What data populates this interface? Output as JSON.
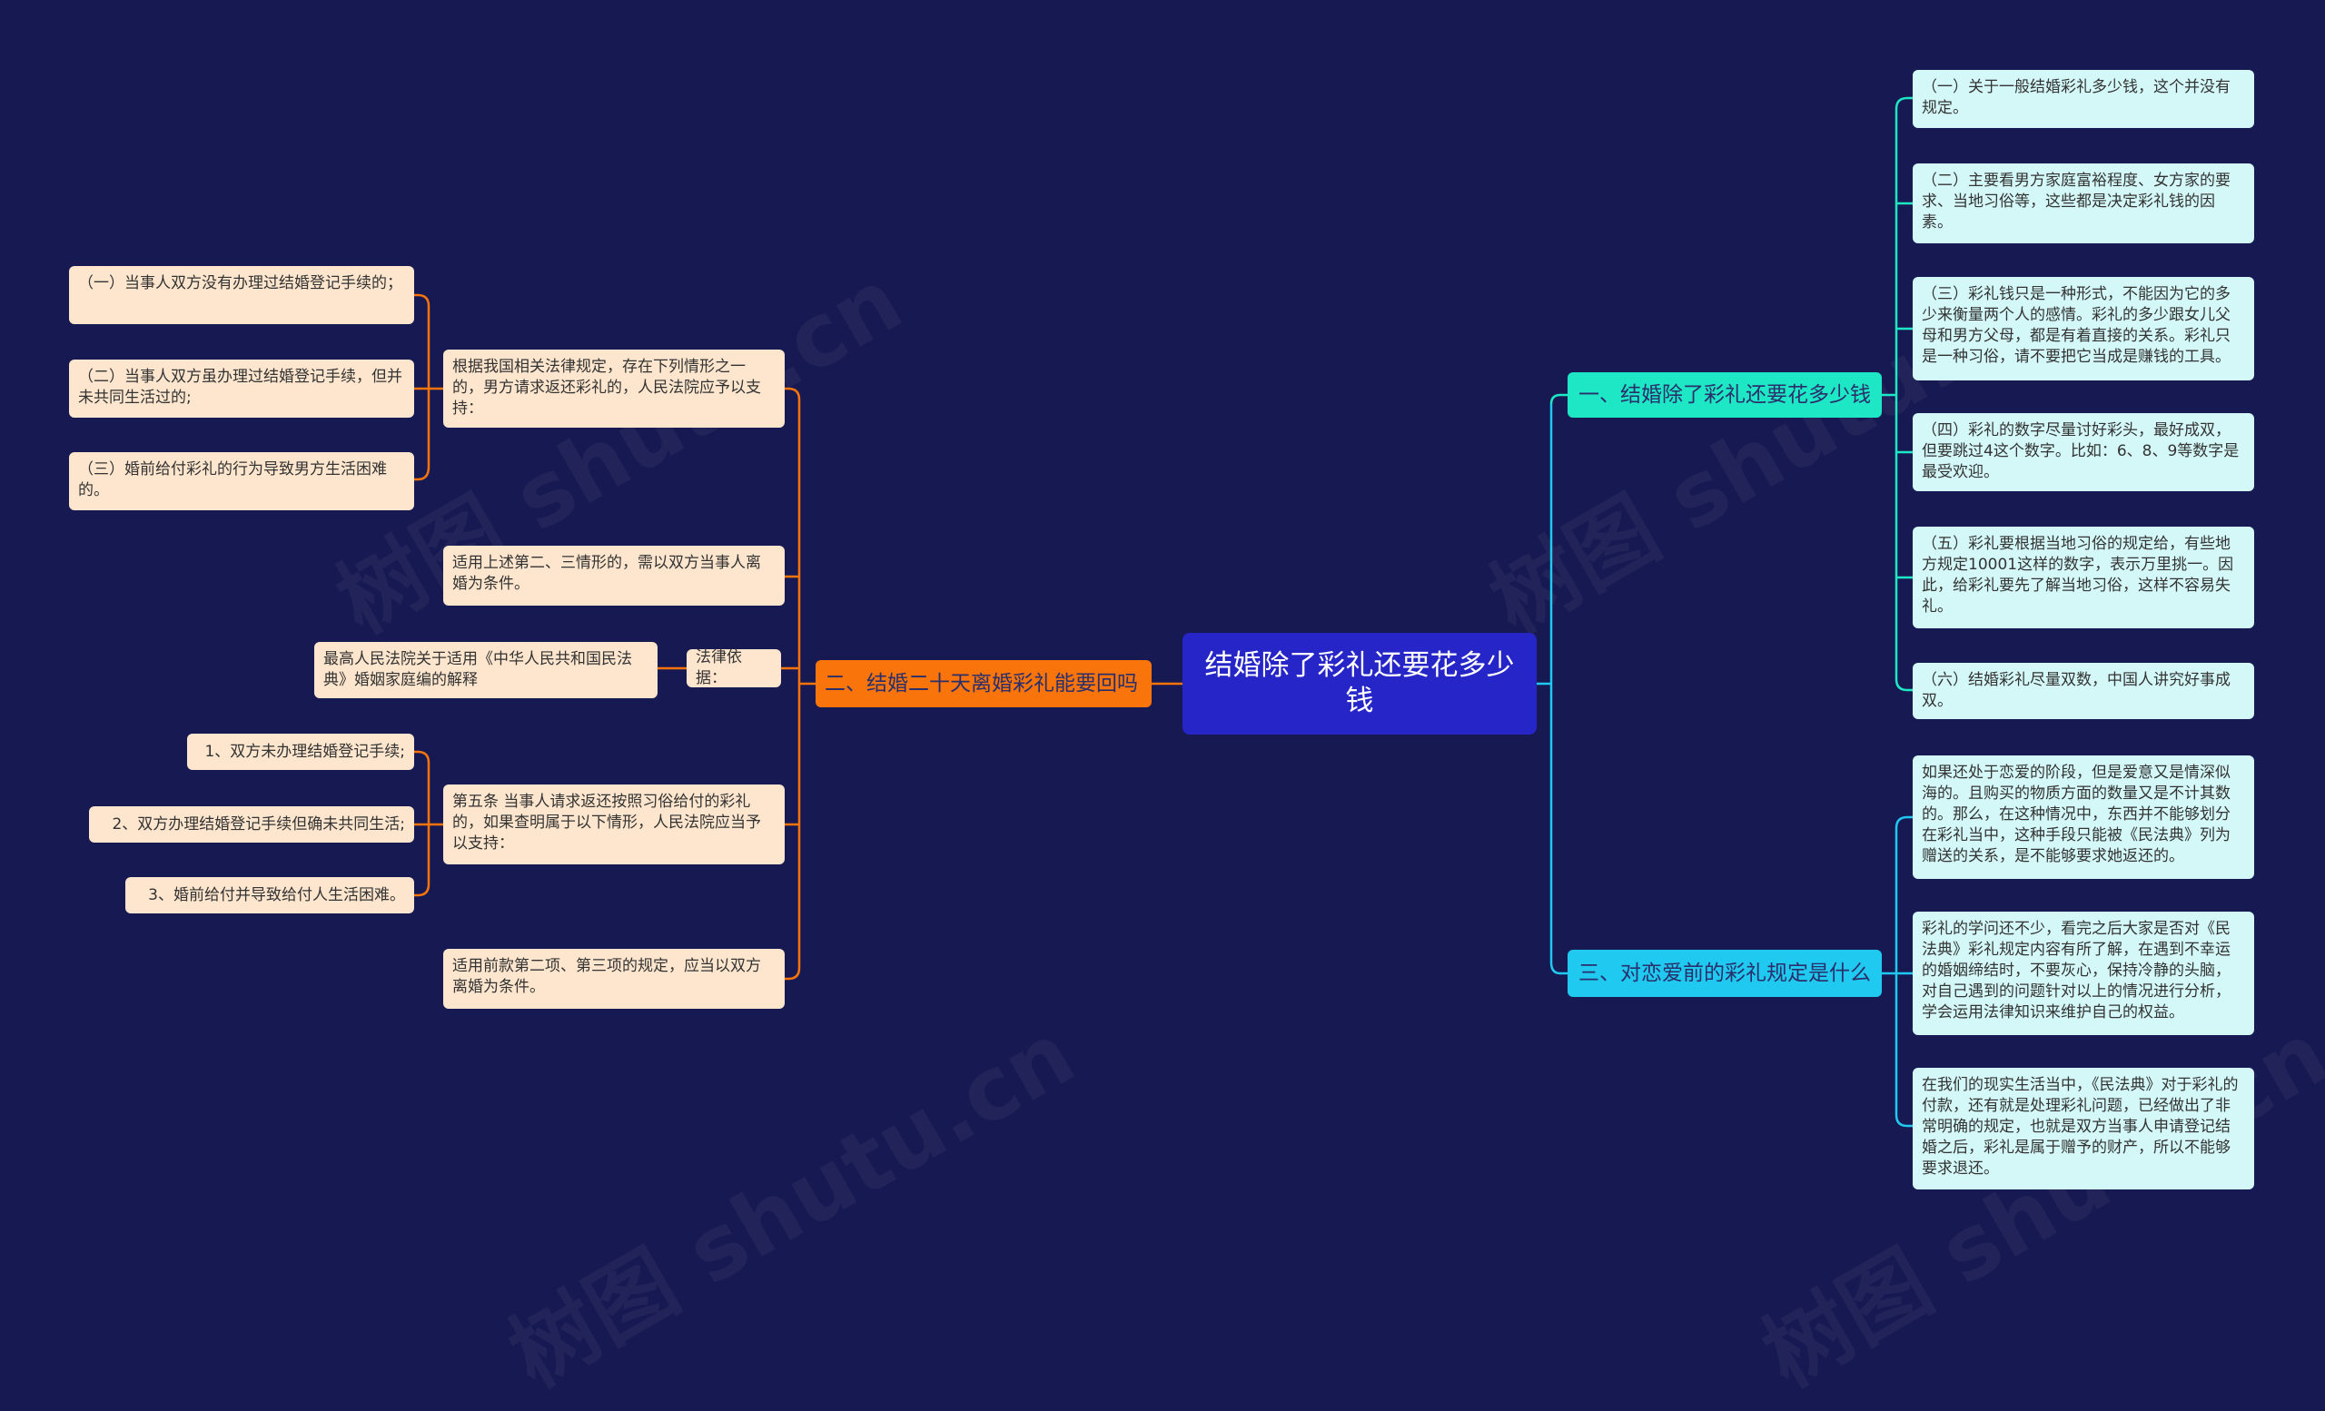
{
  "root": {
    "title": "结婚除了彩礼还要花多少钱"
  },
  "left_branch": {
    "label": "二、结婚二十天离婚彩礼能要回吗",
    "items": {
      "law_intro": "根据我国相关法律规定，存在下列情形之一的，男方请求返还彩礼的，人民法院应予以支持：",
      "law_sub": [
        "（一）当事人双方没有办理过结婚登记手续的；",
        "（二）当事人双方虽办理过结婚登记手续，但并未共同生活过的;",
        "（三）婚前给付彩礼的行为导致男方生活困难的。"
      ],
      "applies_divorce": "适用上述第二、三情形的，需以双方当事人离婚为条件。",
      "legal_basis_label": "法律依据：",
      "legal_basis_source": "最高人民法院关于适用《中华人民共和国民法典》婚姻家庭编的解释",
      "article5": "第五条 当事人请求返还按照习俗给付的彩礼的，如果查明属于以下情形，人民法院应当予以支持：",
      "article5_sub": [
        "1、双方未办理结婚登记手续;",
        "2、双方办理结婚登记手续但确未共同生活;",
        "3、婚前给付并导致给付人生活困难。"
      ],
      "article5_tail": "适用前款第二项、第三项的规定，应当以双方离婚为条件。"
    }
  },
  "right_branch_1": {
    "label": "一、结婚除了彩礼还要花多少钱",
    "items": [
      "（一）关于一般结婚彩礼多少钱，这个并没有规定。",
      "（二）主要看男方家庭富裕程度、女方家的要求、当地习俗等，这些都是决定彩礼钱的因素。",
      "（三）彩礼钱只是一种形式，不能因为它的多少来衡量两个人的感情。彩礼的多少跟女儿父母和男方父母，都是有着直接的关系。彩礼只是一种习俗，请不要把它当成是赚钱的工具。",
      "（四）彩礼的数字尽量讨好彩头，最好成双，但要跳过4这个数字。比如：6、8、9等数字是最受欢迎。",
      "（五）彩礼要根据当地习俗的规定给，有些地方规定10001这样的数字，表示万里挑一。因此，给彩礼要先了解当地习俗，这样不容易失礼。",
      "（六）结婚彩礼尽量双数，中国人讲究好事成双。"
    ]
  },
  "right_branch_3": {
    "label": "三、对恋爱前的彩礼规定是什么",
    "items": [
      "如果还处于恋爱的阶段，但是爱意又是情深似海的。且购买的物质方面的数量又是不计其数的。那么，在这种情况中，东西并不能够划分在彩礼当中，这种手段只能被《民法典》列为赠送的关系，是不能够要求她返还的。",
      "彩礼的学问还不少，看完之后大家是否对《民法典》彩礼规定内容有所了解，在遇到不幸运的婚姻缔结时，不要灰心，保持冷静的头脑，对自己遇到的问题针对以上的情况进行分析，学会运用法律知识来维护自己的权益。",
      "在我们的现实生活当中，《民法典》对于彩礼的付款，还有就是处理彩礼问题，已经做出了非常明确的规定，也就是双方当事人申请登记结婚之后，彩礼是属于赠予的财产，所以不能够要求退还。"
    ]
  },
  "colors": {
    "background": "#171a52",
    "root": "#2626c8",
    "left_branch": "#f9750c",
    "right_branch_1": "#1de7c4",
    "right_branch_3": "#1fc9ef",
    "leaf_left": "#fde6cd",
    "leaf_right": "#d4f8f8",
    "link_left": "#f9750c",
    "link_right": "#1fc9ef"
  }
}
